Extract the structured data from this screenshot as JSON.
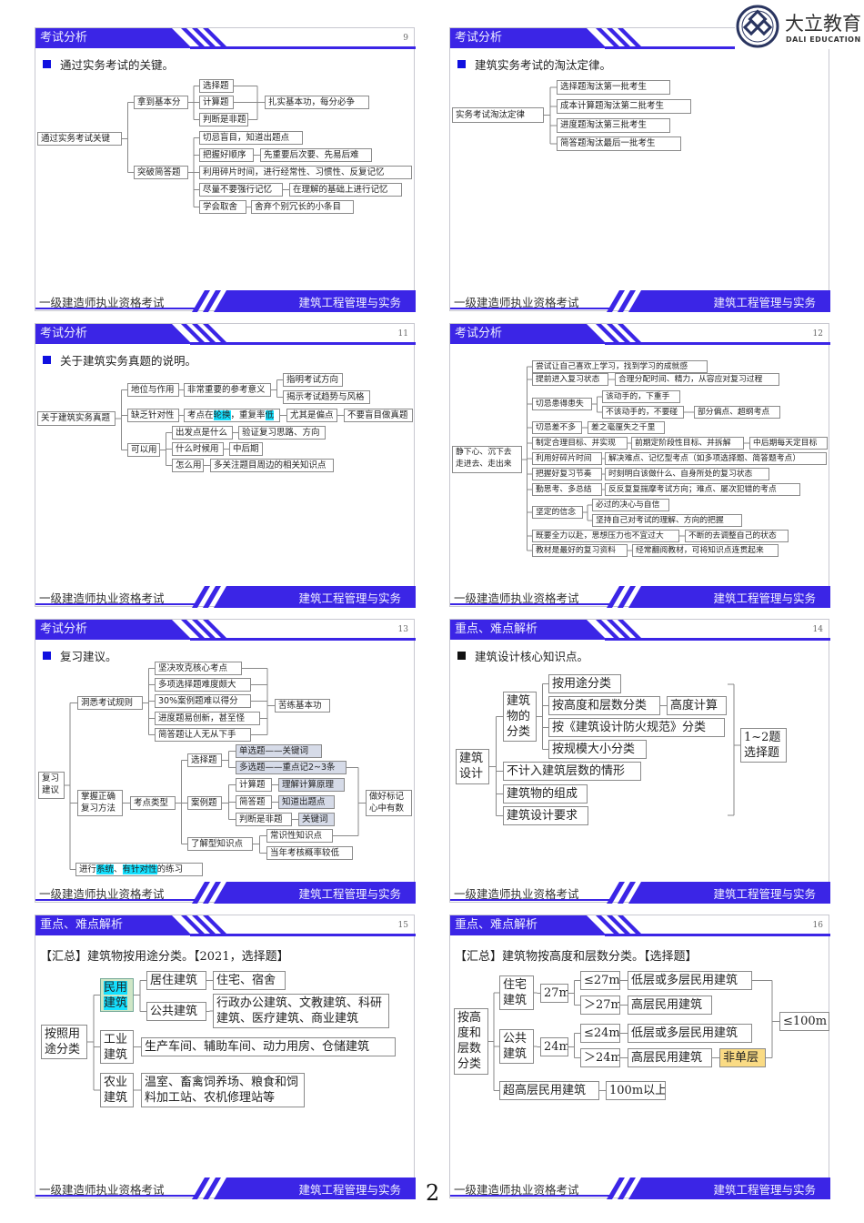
{
  "logo": {
    "name_cn": "大立教育",
    "name_en": "DALI EDUCATION"
  },
  "page_number": "2",
  "colors": {
    "accent_blue": "#3b25e6",
    "highlight_cyan": "#14e0ff",
    "highlight_yellow": "#fadb84"
  },
  "slides": [
    {
      "header": "考试分析",
      "number": "9",
      "bullet": "通过实务考试的关键。",
      "footer_left": "一级建造师执业资格考试",
      "footer_right": "建筑工程管理与实务",
      "nodes": {
        "root": "通过实务考试关键",
        "a": "拿到基本分",
        "a1": "选择题",
        "a2": "计算题",
        "a3": "判断是非题",
        "a4": "扎实基本功，每分必争",
        "b": "突破简答题",
        "b1": "切忌盲目，知道出题点",
        "b2": "把握好顺序",
        "b2a": "先重要后次要、先易后难",
        "b3": "利用碎片时间，进行经常性、习惯性、反复记忆",
        "b4": "尽量不要强行记忆",
        "b4a": "在理解的基础上进行记忆",
        "b5": "学会取舍",
        "b5a": "舍弃个别冗长的小条目"
      }
    },
    {
      "header": "考试分析",
      "number": "",
      "bullet": "建筑实务考试的淘汰定律。",
      "footer_left": "一级建造师执业资格考试",
      "footer_right": "建筑工程管理与实务",
      "nodes": {
        "root": "实务考试淘汰定律",
        "c1": "选择题淘汰第一批考生",
        "c2": "成本计算题淘汰第二批考生",
        "c3": "进度题淘汰第三批考生",
        "c4": "简答题淘汰最后一批考生"
      }
    },
    {
      "header": "考试分析",
      "number": "11",
      "bullet": "关于建筑实务真题的说明。",
      "footer_left": "一级建造师执业资格考试",
      "footer_right": "建筑工程管理与实务",
      "nodes": {
        "root": "关于建筑实务真题",
        "a": "地位与作用",
        "a1": "非常重要的参考意义",
        "a2": "指明考试方向",
        "a3": "揭示考试趋势与风格",
        "b": "缺乏针对性",
        "b1": [
          "考点在",
          "轮换",
          "，重复率",
          "低"
        ],
        "b2": "尤其是偏点",
        "b3": "不要盲目做真题",
        "c": "可以用",
        "c1": "出发点是什么",
        "c1a": "验证复习思路、方向",
        "c2": "什么时候用",
        "c2a": "中后期",
        "c3": "怎么用",
        "c3a": "多关注题目周边的相关知识点"
      }
    },
    {
      "header": "考试分析",
      "number": "12",
      "footer_left": "一级建造师执业资格考试",
      "footer_right": "建筑工程管理与实务",
      "nodes": {
        "root": "静下心、沉下去走进去、走出来",
        "n1": "尝试让自己喜欢上学习，找到学习的成就感",
        "n2": "提前进入复习状态",
        "n2a": "合理分配时间、精力，从容应对复习过程",
        "n3": "切忌患得患失",
        "n3a": "该动手的，下重手",
        "n3b": "不该动手的，不要碰",
        "n3c": "部分偏点、超纲考点",
        "n4": "切忌差不多",
        "n4a": "差之毫厘失之千里",
        "n5": "制定合理目标、并实现",
        "n5a": "前期定阶段性目标、并拆解",
        "n5b": "中后期每天定目标",
        "n6": "利用好碎片时间",
        "n6a": "解决难点、记忆型考点（如多项选择题、简答题考点）",
        "n7": "把握好复习节奏",
        "n7a": "时刻明白该做什么、自身所处的复习状态",
        "n8": "勤思考、多总结",
        "n8a": "反反复复揣摩考试方向；难点、屡次犯错的考点",
        "n9": "坚定的信念",
        "n9a": "必过的决心与自信",
        "n9b": "坚持自己对考试的理解、方向的把握",
        "n10": "既要全力以赴，思想压力也不宜过大",
        "n10a": "不断的去调整自己的状态",
        "n11": "教材是最好的复习资料",
        "n11a": "经常翻阅教材，可将知识点连贯起来"
      }
    },
    {
      "header": "考试分析",
      "number": "13",
      "bullet": "复习建议。",
      "footer_left": "一级建造师执业资格考试",
      "footer_right": "建筑工程管理与实务",
      "nodes": {
        "root": "复习建议",
        "a": "洞悉考试规则",
        "a1": "坚决攻克核心考点",
        "a2": "多项选择题难度颇大",
        "a3": "30%案例题难以得分",
        "a4": "进度题易创新，甚至怪",
        "a5": "简答题让人无从下手",
        "a6": "苦练基本功",
        "b": "掌握正确复习方法",
        "b1": "考点类型",
        "c": "选择题",
        "c1": "单选题——关键词",
        "c2": "多选题——重点记2~3条",
        "d": "案例题",
        "d1": "计算题",
        "d1a": "理解计算原理",
        "d2": "简答题",
        "d2a": "知道出题点",
        "d3": "判断是非题",
        "d3a": "关键词",
        "e": "了解型知识点",
        "e1": "常识性知识点",
        "e2": "当年考核概率较低",
        "f": "做好标记心中有数",
        "g": [
          "进行",
          "系统",
          "、",
          "有针对性",
          "的练习"
        ]
      }
    },
    {
      "header": "重点、难点解析",
      "number": "14",
      "bullet": "建筑设计核心知识点。",
      "footer_left": "一级建造师执业资格考试",
      "footer_right": "建筑工程管理与实务",
      "nodes": {
        "root": "建筑设计",
        "a": "建筑物的分类",
        "a1": "按用途分类",
        "a2": "按高度和层数分类",
        "a2a": "高度计算",
        "a3": "按《建筑设计防火规范》分类",
        "a4": "按规模大小分类",
        "b": "不计入建筑层数的情形",
        "c": "建筑物的组成",
        "d": "建筑设计要求",
        "e": "1~2题 选择题"
      }
    },
    {
      "header": "重点、难点解析",
      "number": "15",
      "title": "【汇总】建筑物按用途分类。【2021，选择题】",
      "footer_left": "一级建造师执业资格考试",
      "footer_right": "建筑工程管理与实务",
      "nodes": {
        "root": "按照用途分类",
        "a": [
          "",
          "民用建筑"
        ],
        "a1": "居住建筑",
        "a1a": "住宅、宿舍",
        "a2": "公共建筑",
        "a2a": "行政办公建筑、文教建筑、科研建筑、医疗建筑、商业建筑",
        "b": "工业建筑",
        "b1": "生产车间、辅助车间、动力用房、仓储建筑",
        "c": "农业建筑",
        "c1": "温室、畜禽饲养场、粮食和饲料加工站、农机修理站等"
      }
    },
    {
      "header": "重点、难点解析",
      "number": "16",
      "title": "【汇总】建筑物按高度和层数分类。【选择题】",
      "footer_left": "一级建造师执业资格考试",
      "footer_right": "建筑工程管理与实务",
      "nodes": {
        "root": "按高度和层数分类",
        "a": "住宅建筑",
        "a1": "27m",
        "a1x": "≤27m",
        "a1xa": "低层或多层民用建筑",
        "a1y": "＞27m",
        "a1ya": "高层民用建筑",
        "b": "公共建筑",
        "b1": "24m",
        "b1x": "≤24m",
        "b1xa": "低层或多层民用建筑",
        "b1y": "＞24m",
        "b1ya": "高层民用建筑",
        "b1yb": "非单层",
        "c": "超高层民用建筑",
        "c1": "100m以上",
        "t": "≤100m"
      }
    }
  ]
}
